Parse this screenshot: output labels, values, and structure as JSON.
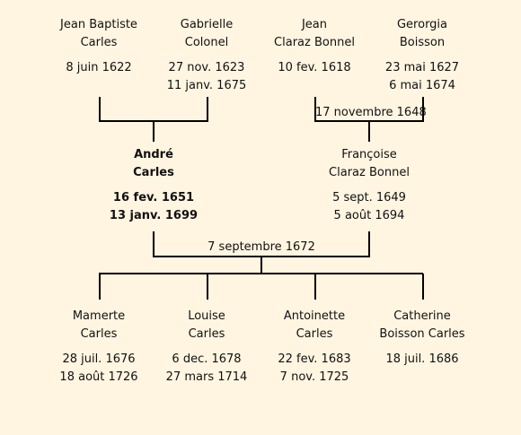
{
  "grandparents_left": {
    "father": {
      "name_line1": "Jean Baptiste",
      "name_line2": "Carles",
      "birth": "8 juin 1622",
      "death": ""
    },
    "mother": {
      "name_line1": "Gabrielle",
      "name_line2": "Colonel",
      "birth": "27 nov. 1623",
      "death": "11 janv. 1675"
    }
  },
  "grandparents_right": {
    "father": {
      "name_line1": "Jean",
      "name_line2": "Claraz Bonnel",
      "birth": "10 fev. 1618",
      "death": ""
    },
    "mother": {
      "name_line1": "Gerorgia",
      "name_line2": "Boisson",
      "birth": "23 mai 1627",
      "death": "6 mai 1674"
    },
    "marriage": "17 novembre 1648"
  },
  "parents": {
    "father": {
      "name_line1": "André",
      "name_line2": "Carles",
      "birth": "16 fev. 1651",
      "death": "13 janv. 1699"
    },
    "mother": {
      "name_line1": "Françoise",
      "name_line2": "Claraz Bonnel",
      "birth": "5 sept. 1649",
      "death": "5 août 1694"
    },
    "marriage": "7 septembre 1672"
  },
  "children": [
    {
      "name_line1": "Mamerte",
      "name_line2": "Carles",
      "birth": "28 juil. 1676",
      "death": "18 août 1726"
    },
    {
      "name_line1": "Louise",
      "name_line2": "Carles",
      "birth": "6 dec. 1678",
      "death": "27 mars 1714"
    },
    {
      "name_line1": "Antoinette",
      "name_line2": "Carles",
      "birth": "22 fev. 1683",
      "death": "7 nov. 1725"
    },
    {
      "name_line1": "Catherine",
      "name_line2": "Boisson Carles",
      "birth": "18 juil. 1686",
      "death": ""
    }
  ]
}
